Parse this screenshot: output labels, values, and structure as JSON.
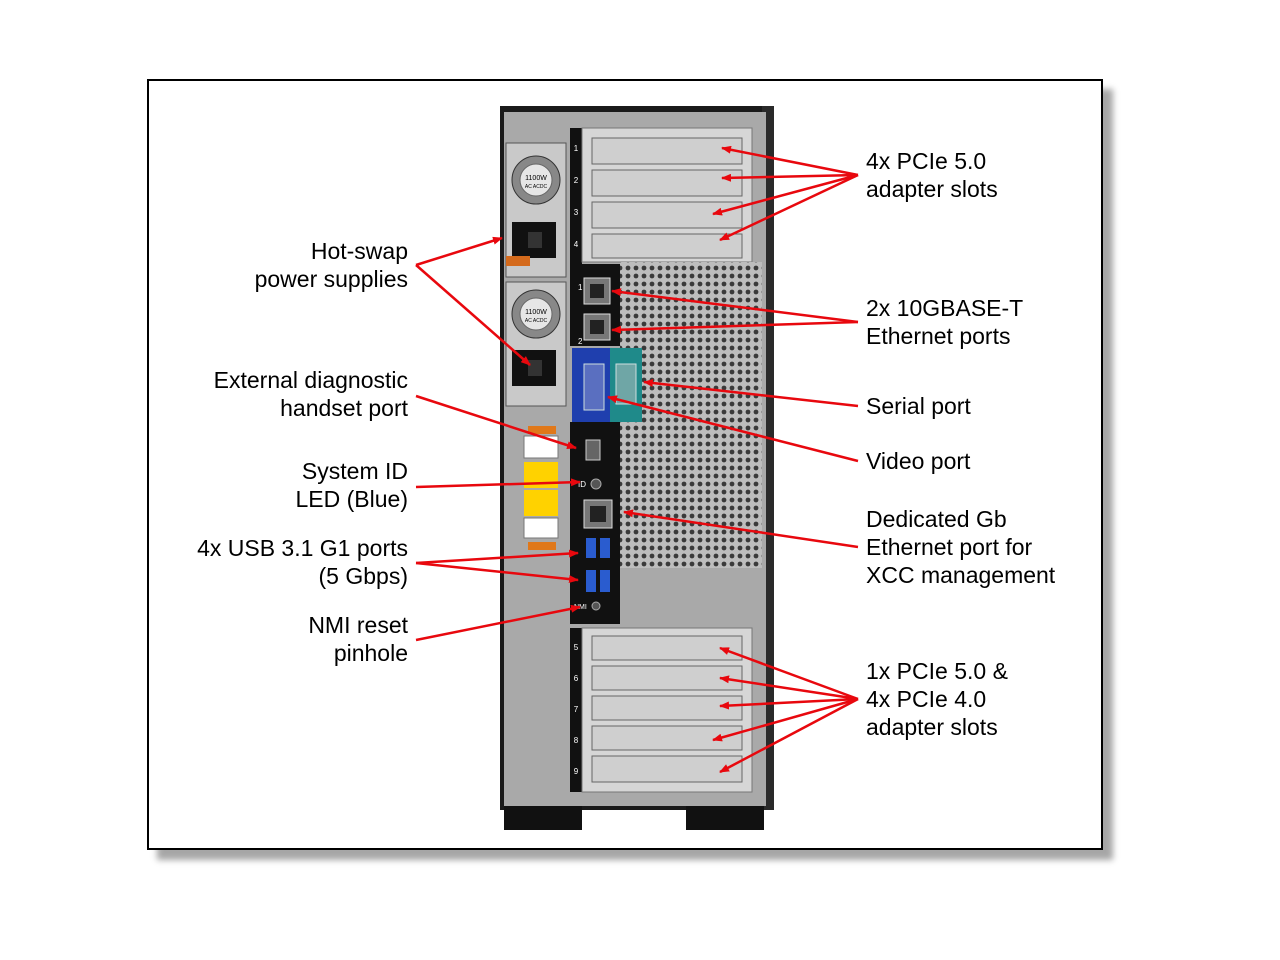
{
  "colors": {
    "arrow": "#e8080e",
    "chassis": "#1a1a1a",
    "panel_gray": "#a9a9a9",
    "slot_metal": "#cfcfcf",
    "video_blue": "#1f3fae",
    "serial_teal": "#1f8a8a",
    "usb_blue": "#2a5ccf",
    "warning_yellow": "#ffd200",
    "label_orange": "#e0781a"
  },
  "psu": {
    "psu1_text": "1100W",
    "psu1_sub": "AC ACDC",
    "psu2_text": "1100W",
    "psu2_sub": "AC ACDC"
  },
  "slots": {
    "top_numbers": [
      "1",
      "2",
      "3",
      "4"
    ],
    "bottom_numbers": [
      "5",
      "6",
      "7",
      "8",
      "9"
    ]
  },
  "io_marks": {
    "eth1": "1",
    "eth2": "2",
    "id": "ID",
    "nmi": "NMI"
  },
  "labels": {
    "pcie_top": "4x PCIe 5.0\nadapter slots",
    "eth_10g": "2x 10GBASE-T\nEthernet ports",
    "serial": "Serial port",
    "video": "Video port",
    "xcc": "Dedicated Gb\nEthernet port for\nXCC management",
    "pcie_bottom": "1x PCIe 5.0 &\n4x PCIe 4.0\nadapter slots",
    "psu": "Hot-swap\npower supplies",
    "diag": "External diagnostic\nhandset port",
    "sysid": "System ID\nLED (Blue)",
    "usb": "4x USB 3.1 G1 ports\n(5 Gbps)",
    "nmi": "NMI reset\npinhole"
  }
}
